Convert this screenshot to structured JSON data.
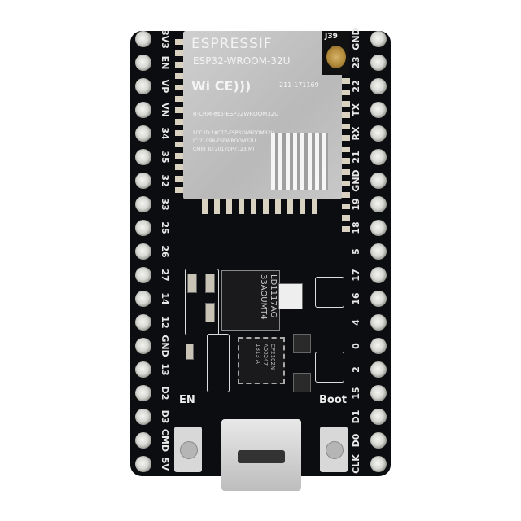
{
  "module": {
    "brand": "ESPRESSIF",
    "model": "ESP32-WROOM-32U",
    "connector_label": "J39",
    "cert_telec": "211-171169",
    "cert_kc": "R-CRM-es5-ESP32WROOM32U",
    "fcc": "FCC ID:2AC7Z-ESP32WROOM32U",
    "ic": "IC:21098-ESPWROOM32U",
    "cmiit": "CMIIT ID:2017DP7123(M)"
  },
  "regulator": {
    "line1": "LD1117AG",
    "line2": "33AOUMT4"
  },
  "usb_chip": {
    "line1": "CP2102N",
    "line2": "A00247",
    "line3": "1813 A"
  },
  "buttons": {
    "en": "EN",
    "boot": "Boot"
  },
  "pins_left": [
    "3V3",
    "EN",
    "VP",
    "VN",
    "34",
    "35",
    "32",
    "33",
    "25",
    "26",
    "27",
    "14",
    "12",
    "GND",
    "13",
    "D2",
    "D3",
    "CMD",
    "5V"
  ],
  "pins_right": [
    "GND",
    "23",
    "22",
    "TX",
    "RX",
    "21",
    "GND",
    "19",
    "18",
    "5",
    "17",
    "16",
    "4",
    "0",
    "2",
    "15",
    "D1",
    "D0",
    "CLK"
  ],
  "colors": {
    "pcb": "#0c0d10",
    "shield": "#c4c4c4",
    "silkscreen": "#e8e8e8"
  }
}
